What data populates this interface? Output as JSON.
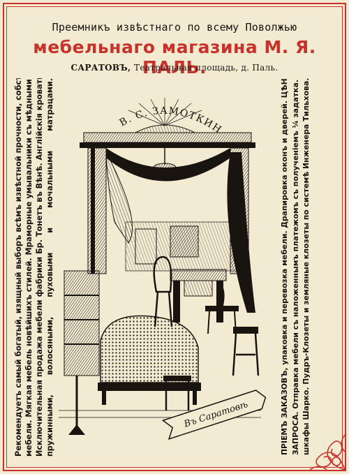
{
  "header": {
    "line1": "Преемникъ извѣстнаго по всему Поволжью",
    "line2": "мебельнаго магазина М. Я. ПАЛЬ.",
    "city": "САРАТОВЪ,",
    "address": "Театральная площадь, д. Паль."
  },
  "illustration": {
    "arch_signature": "В. С. ЗАМОТКИНЪ",
    "banner": "Въ Саратовѣ"
  },
  "left_column": [
    "Рекомендуетъ самый богатый, изящный выборъ всѣмъ извѣстной прочности, собственной работы,",
    "мебели. Мягкая мебель новѣйшихъ стилей. Мраморные умывальники съ мѣдными резервуарами.",
    "Исключительная продажа мебели фабрики Бр. Тонетъ въ Вѣнѣ. Англійскія кровати съ сѣтчатыми,",
    "пружинными, волосяными, пуховыми и мочальными матрацами."
  ],
  "right_column": [
    "ПРІЕМЪ ЗАКАЗОВЪ, упаковка и перевозка мебели. Драпировка оконъ и дверей. ЦѢНЫ БЕЗЪ",
    "ЗАПРОСА. Отправка мебели съ наложеннымъ платежомъ съ полученіемъ ¼ задатка. Купальные",
    "шкафы Шарко. Пудръ-Клозеты и земляные клозеты по системѣ Инженера Тильхова."
  ],
  "colors": {
    "accent": "#c7332a",
    "ink": "#1a1410",
    "paper": "#f3ead2"
  }
}
